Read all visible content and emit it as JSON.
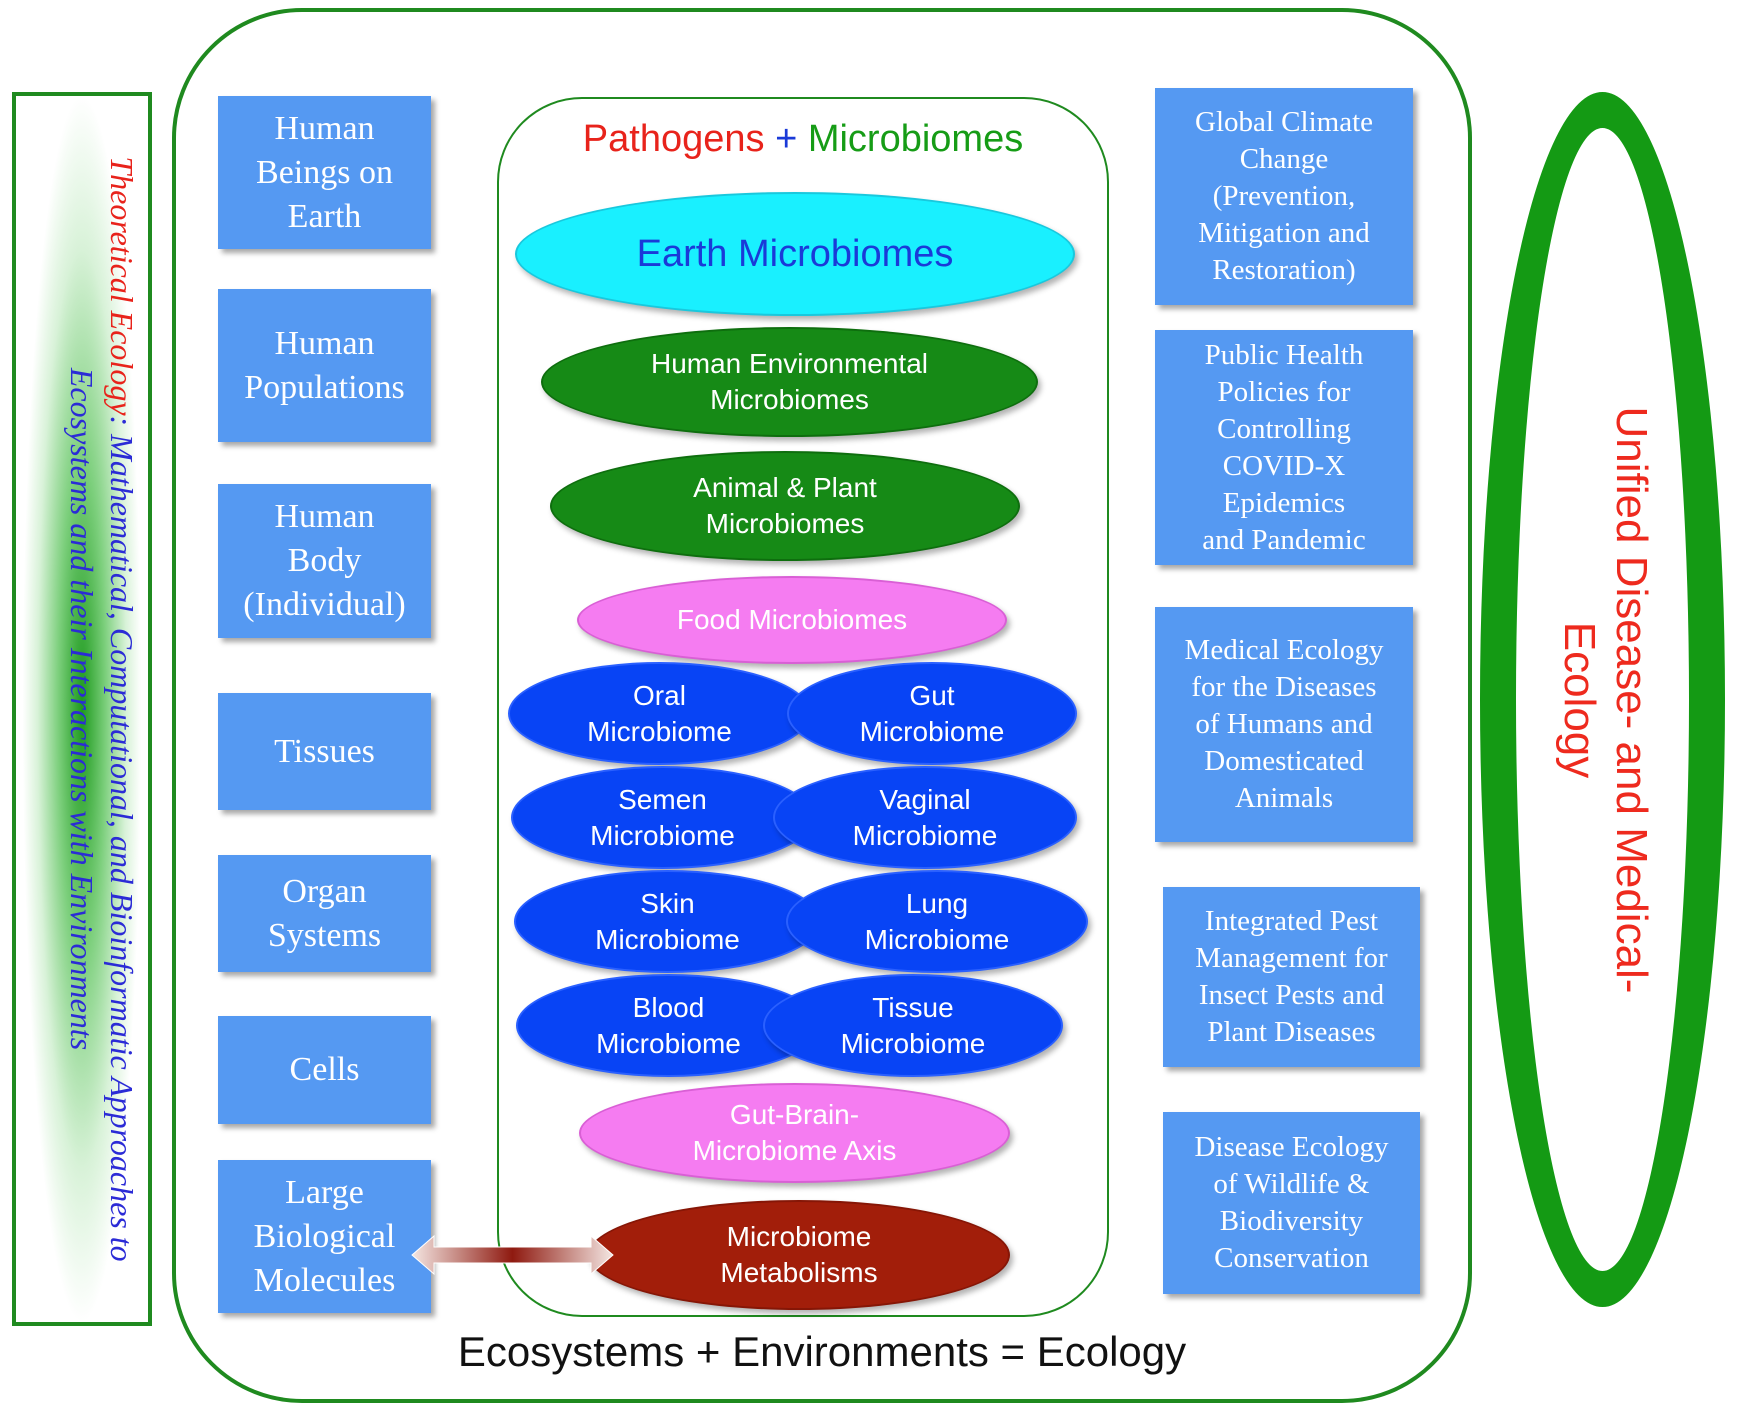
{
  "left_panel": {
    "italic_red": "Theoretical Ecology",
    "rest": ": Mathematical, Computational, and Bioinformatic Approaches to Ecosystems and their Interactions with Environments"
  },
  "heading": {
    "part1": "Pathogens",
    "plus": "+",
    "part2": "Microbiomes",
    "colors": {
      "part1": "#e8231b",
      "plus": "#1a3ad8",
      "part2": "#169c16"
    }
  },
  "left_boxes": [
    "Human\nBeings on\nEarth",
    "Human\nPopulations",
    "Human\nBody\n(Individual)",
    "Tissues",
    "Organ\nSystems",
    "Cells",
    "Large\nBiological\nMolecules"
  ],
  "ellipses": {
    "earth": "Earth Microbiomes",
    "human_env": "Human Environmental\nMicrobiomes",
    "animal_plant": "Animal & Plant\nMicrobiomes",
    "food": "Food Microbiomes",
    "oral": "Oral\nMicrobiome",
    "gut": "Gut\nMicrobiome",
    "semen": "Semen\nMicrobiome",
    "vaginal": "Vaginal\nMicrobiome",
    "skin": "Skin\nMicrobiome",
    "lung": "Lung\nMicrobiome",
    "blood": "Blood\nMicrobiome",
    "tissue": "Tissue\nMicrobiome",
    "gut_brain": "Gut-Brain-\nMicrobiome Axis",
    "metabolisms": "Microbiome\nMetabolisms"
  },
  "right_boxes": [
    "Global Climate\nChange\n(Prevention,\nMitigation and\nRestoration)",
    "Public Health\nPolicies for\nControlling\nCOVID-X\nEpidemics\nand Pandemic",
    "Medical Ecology\nfor the Diseases\nof Humans and\nDomesticated\nAnimals",
    "Integrated Pest\nManagement for\nInsect Pests and\nPlant Diseases",
    "Disease Ecology\nof Wildlife &\nBiodiversity\nConservation"
  ],
  "footer": "Ecosystems + Environments = Ecology",
  "ring_label": "Unified Disease- and Medical-\nEcology",
  "colors": {
    "frame_green": "#1f8a1f",
    "box_blue": "#5599f2",
    "ring_green": "#149a14"
  }
}
